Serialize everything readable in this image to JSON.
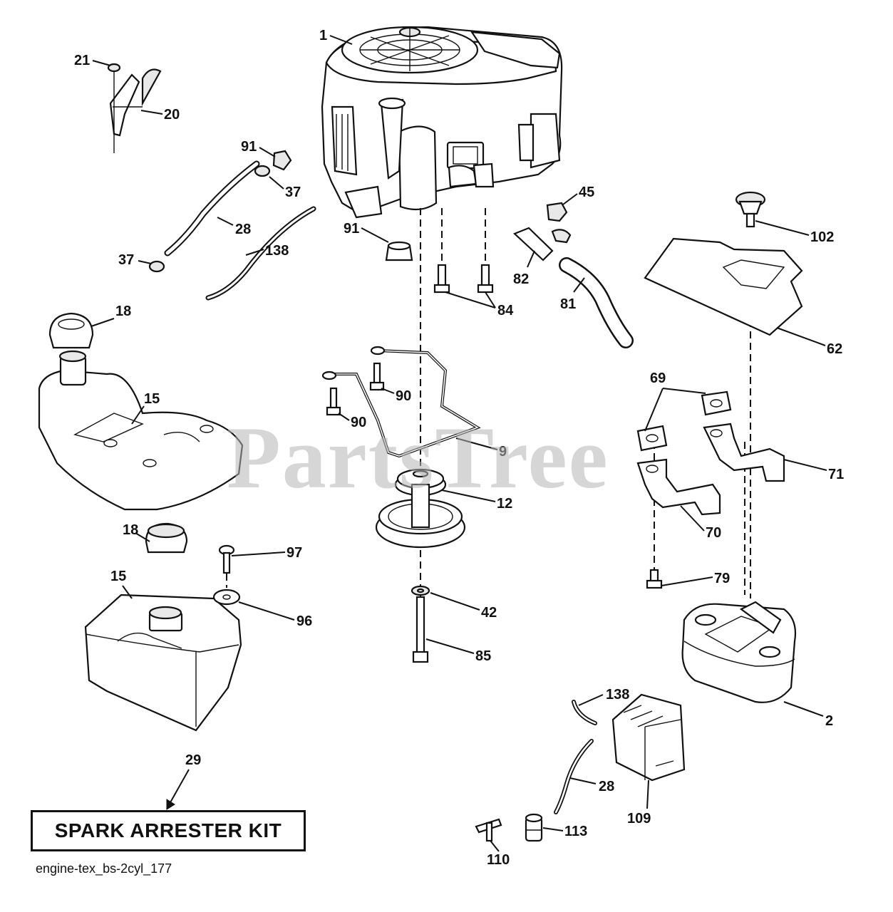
{
  "watermark": "PartsTree",
  "kit_label": "SPARK ARRESTER KIT",
  "caption": "engine-tex_bs-2cyl_177",
  "callouts": {
    "engine": "1",
    "muffler": "2",
    "belt_guide": "9",
    "pulley_small": "12",
    "fuel_cap_a": "18",
    "fuel_cap_b": "18",
    "fuel_tank_a": "15",
    "fuel_tank_b": "15",
    "throttle": "20",
    "screw_21": "21",
    "fuel_line_a": "28",
    "fuel_line_b": "28",
    "kit": "29",
    "clamp_37a": "37",
    "clamp_37b": "37",
    "washer_42": "42",
    "nut_45": "45",
    "heat_shield": "62",
    "gasket_69": "69",
    "exhaust_70": "70",
    "exhaust_71": "71",
    "bolt_79": "79",
    "hose_81": "81",
    "valve_82": "82",
    "bolts_84": "84",
    "bolt_85": "85",
    "bolt_90a": "90",
    "bolt_90b": "90",
    "cap_91a": "91",
    "cap_91b": "91",
    "washer_96": "96",
    "screw_97": "97",
    "knob_102": "102",
    "filter_109": "109",
    "fitting_110": "110",
    "fitting_113": "113",
    "line_138a": "138",
    "line_138b": "138"
  }
}
